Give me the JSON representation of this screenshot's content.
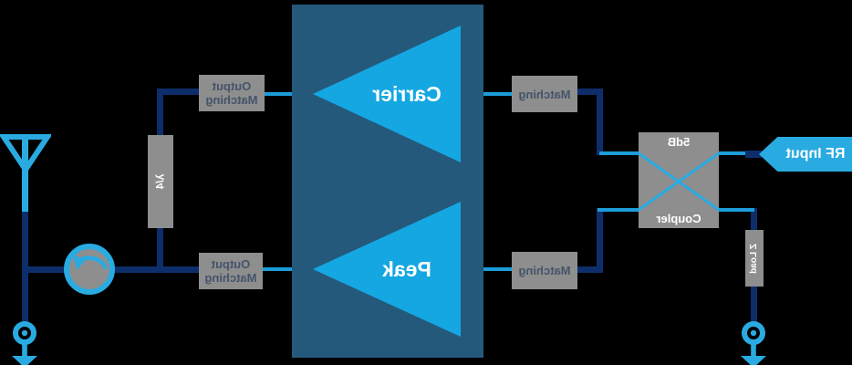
{
  "labels": {
    "rf_input": "RF Input",
    "coupler_value": "5dB",
    "coupler_name": "Coupler",
    "z_load": "Z Load",
    "matching_upper": "Matching",
    "matching_lower": "Matching",
    "carrier": "Carrier",
    "peak": "Peak",
    "output_matching_upper_line1": "Output",
    "output_matching_upper_line2": "Matching",
    "output_matching_lower_line1": "Output",
    "output_matching_lower_line2": "Matching",
    "quarter_wave": "λ/4"
  },
  "colors": {
    "background": "#000000",
    "navy_wire": "#0d2e6b",
    "light_blue_wire": "#1b9dd9",
    "bright_blue": "#29abe2",
    "amp_triangle": "#14a7e2",
    "amp_box": "#24597c",
    "block_gray": "#8e8e8e",
    "block_text": "#44546a",
    "label_text": "#ffffff"
  }
}
